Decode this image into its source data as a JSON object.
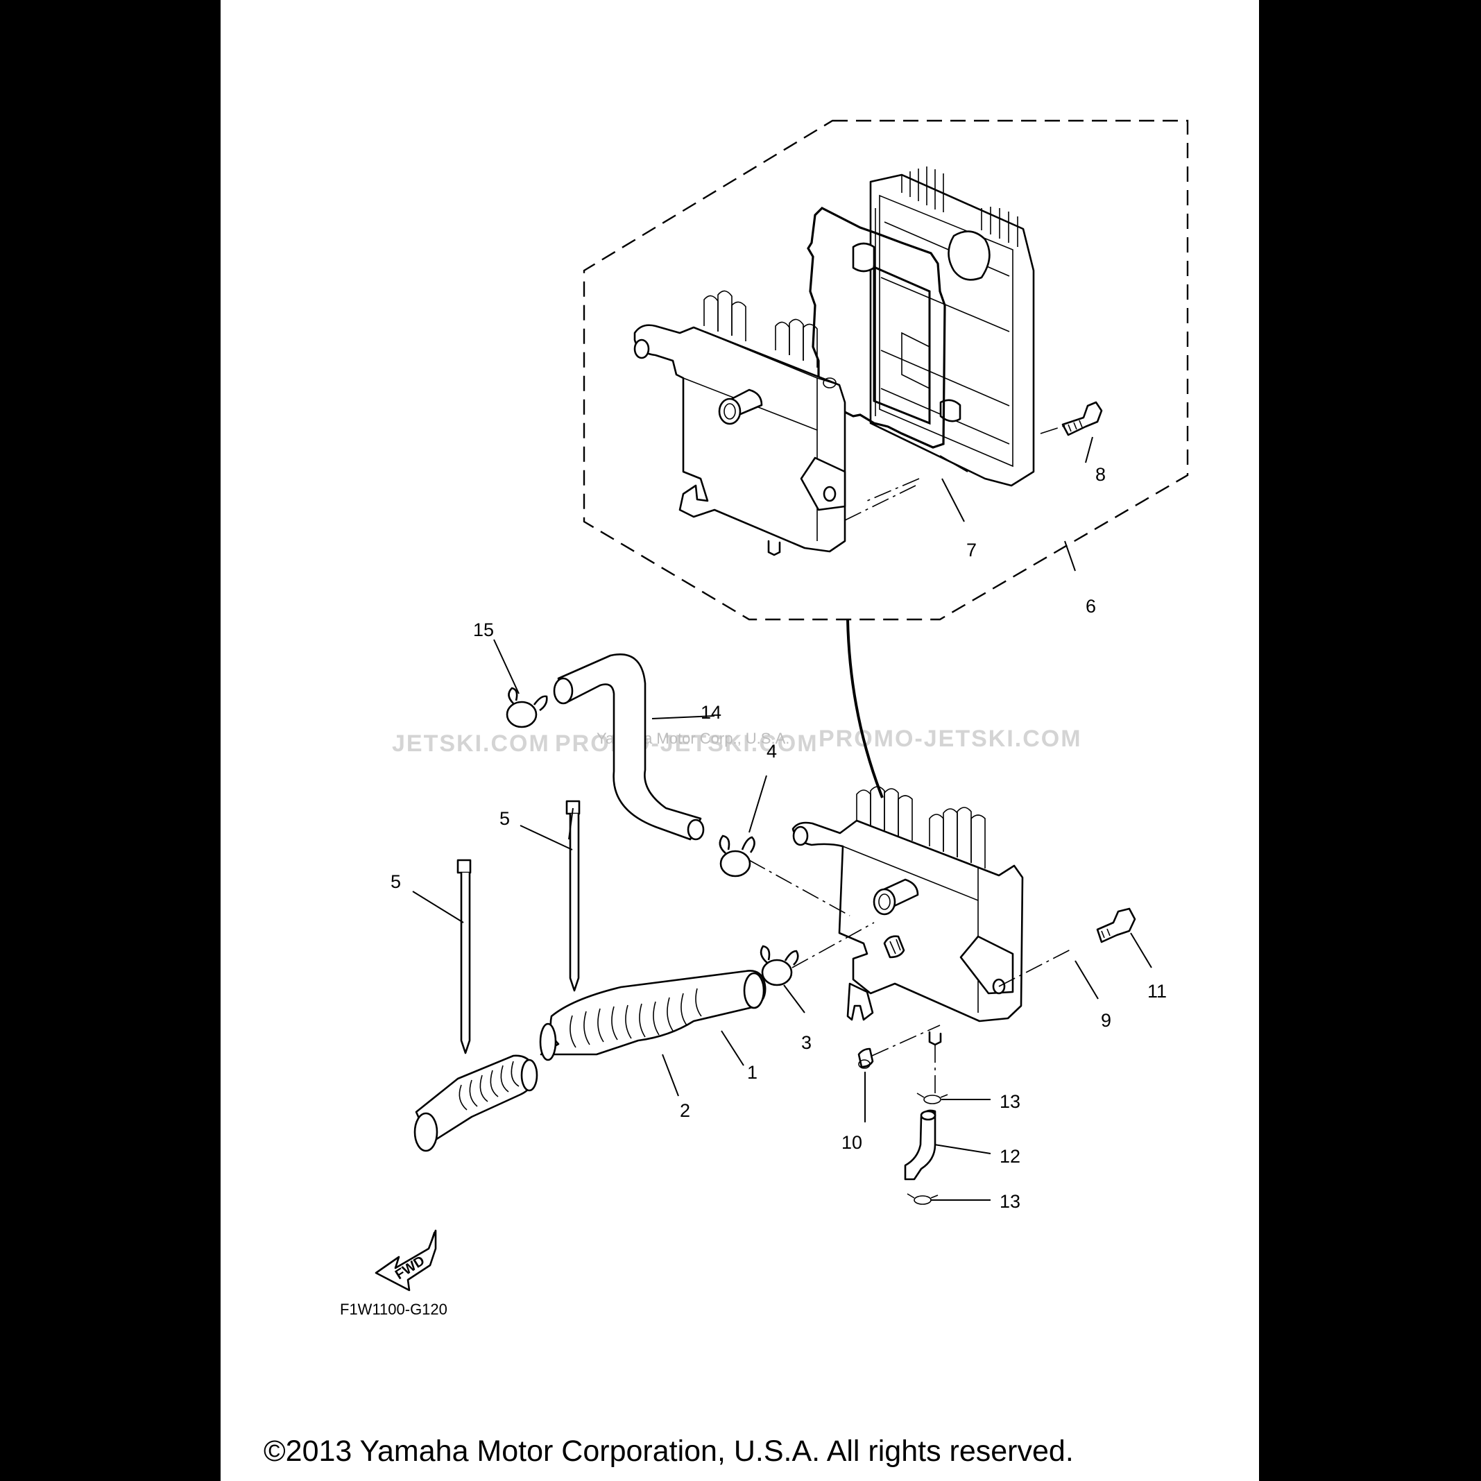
{
  "diagram": {
    "drawing_code": "F1W1100-G120",
    "fwd_label": "FWD",
    "copyright": "©2013 Yamaha Motor Corporation, U.S.A. All rights reserved.",
    "watermarks": {
      "left": "JETSKI.COM",
      "center": "PROMO-JETSKI.COM",
      "right": "PROMO-JETSKI.COM",
      "faint": "Yamaha Motor Corp., U.S.A."
    },
    "callouts": {
      "c1": "1",
      "c2": "2",
      "c3": "3",
      "c4": "4",
      "c5a": "5",
      "c5b": "5",
      "c6": "6",
      "c7": "7",
      "c8": "8",
      "c9": "9",
      "c10": "10",
      "c11": "11",
      "c12": "12",
      "c13a": "13",
      "c13b": "13",
      "c14": "14",
      "c15": "15"
    }
  }
}
